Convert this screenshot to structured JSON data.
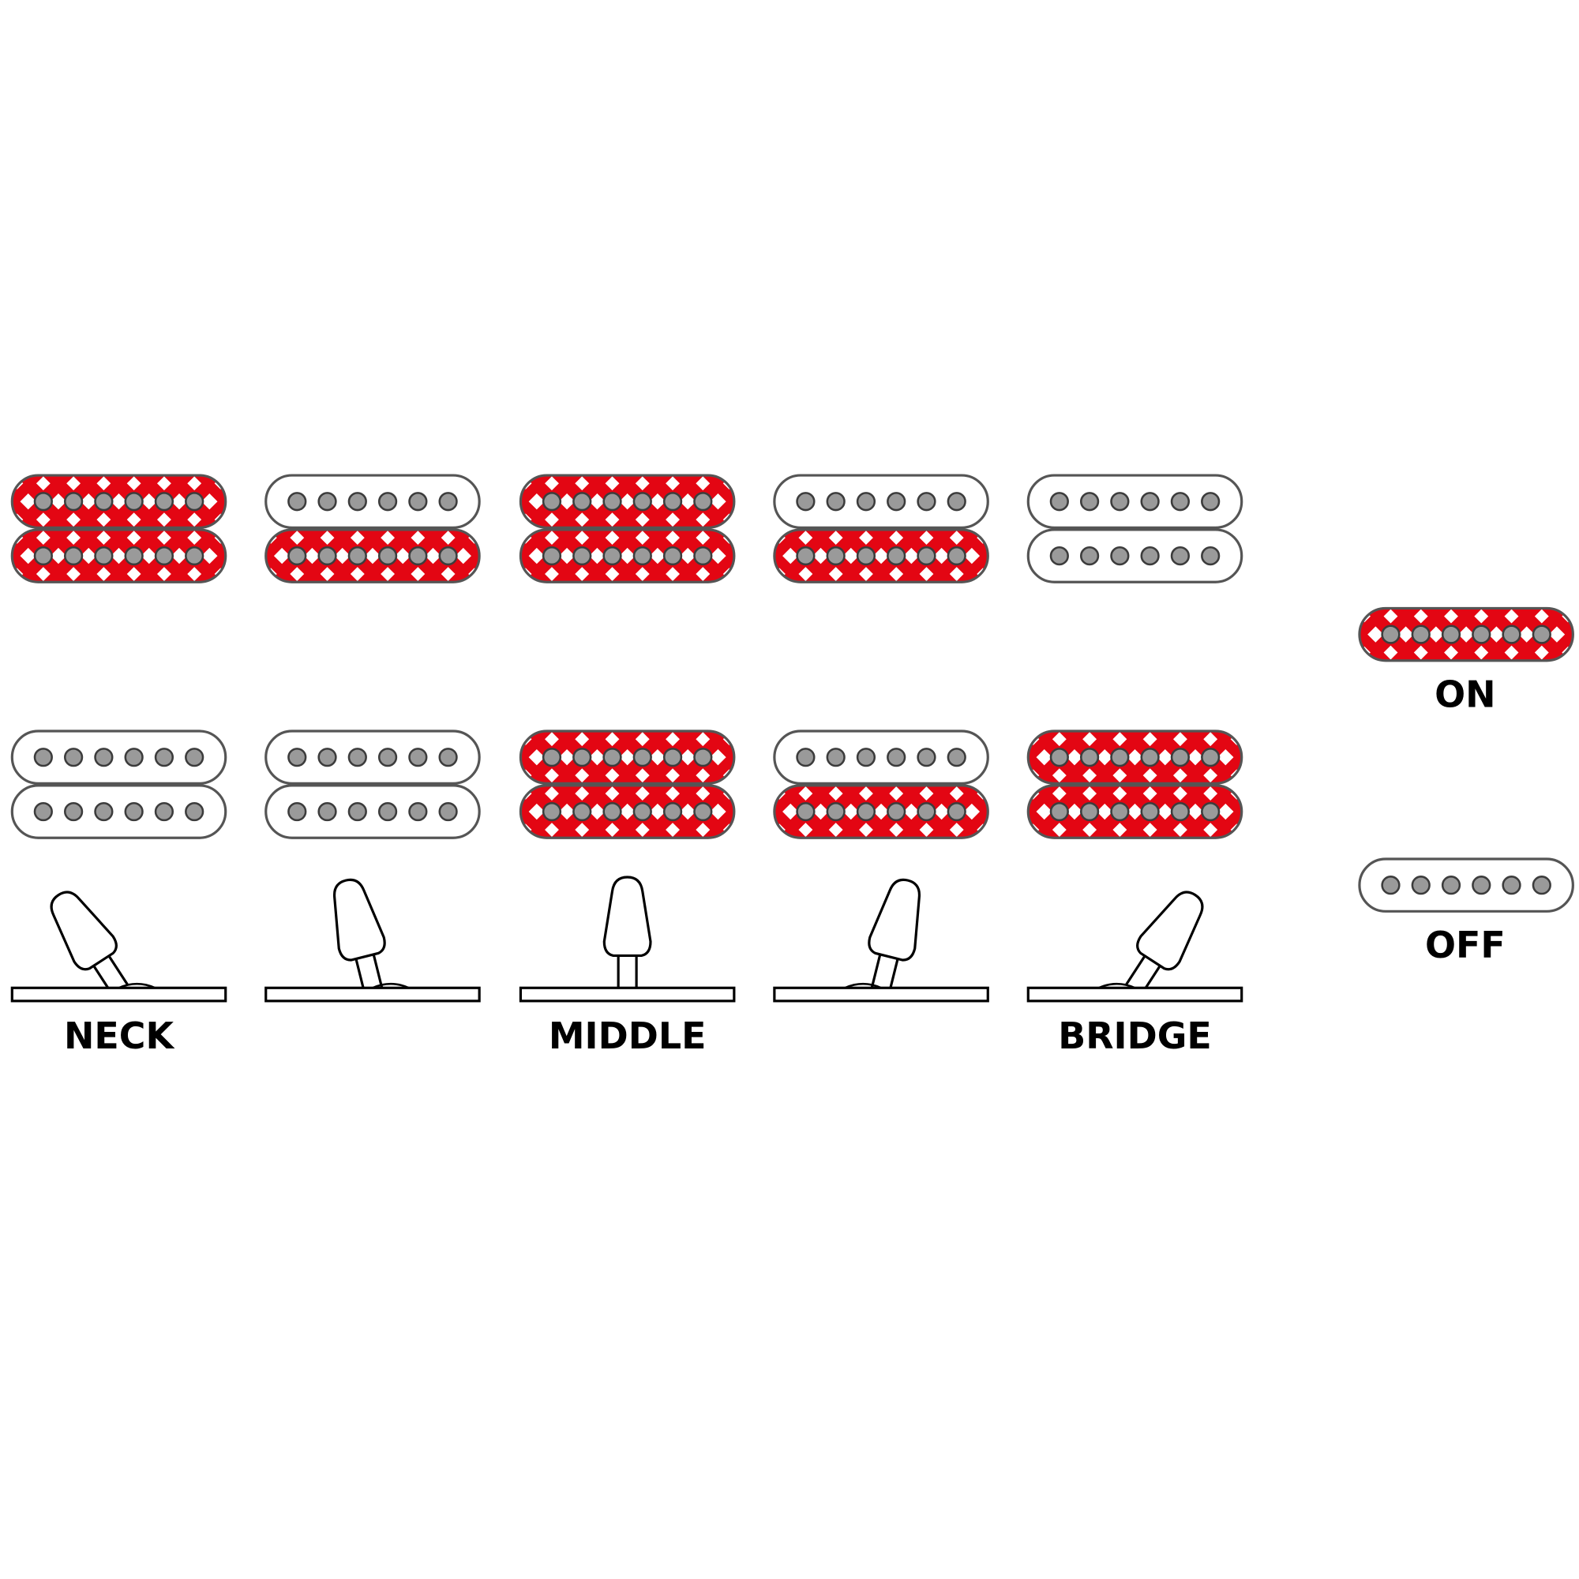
{
  "colors": {
    "on_fill": "#e30613",
    "off_fill": "#ffffff",
    "outline": "#555555",
    "pole_fill": "#9a9a9a",
    "pole_stroke": "#3c3c3c",
    "diamond": "#ffffff"
  },
  "positions": [
    {
      "label": "NECK",
      "lever": "full-left",
      "upper": [
        true,
        true
      ],
      "lower": [
        false,
        false
      ]
    },
    {
      "label": "",
      "lever": "half-left",
      "upper": [
        false,
        true
      ],
      "lower": [
        false,
        false
      ]
    },
    {
      "label": "MIDDLE",
      "lever": "center",
      "upper": [
        true,
        true
      ],
      "lower": [
        true,
        true
      ]
    },
    {
      "label": "",
      "lever": "half-right",
      "upper": [
        false,
        true
      ],
      "lower": [
        false,
        true
      ]
    },
    {
      "label": "BRIDGE",
      "lever": "full-right",
      "upper": [
        false,
        false
      ],
      "lower": [
        true,
        true
      ]
    }
  ],
  "legend": [
    {
      "label": "ON",
      "on": true
    },
    {
      "label": "OFF",
      "on": false
    }
  ]
}
